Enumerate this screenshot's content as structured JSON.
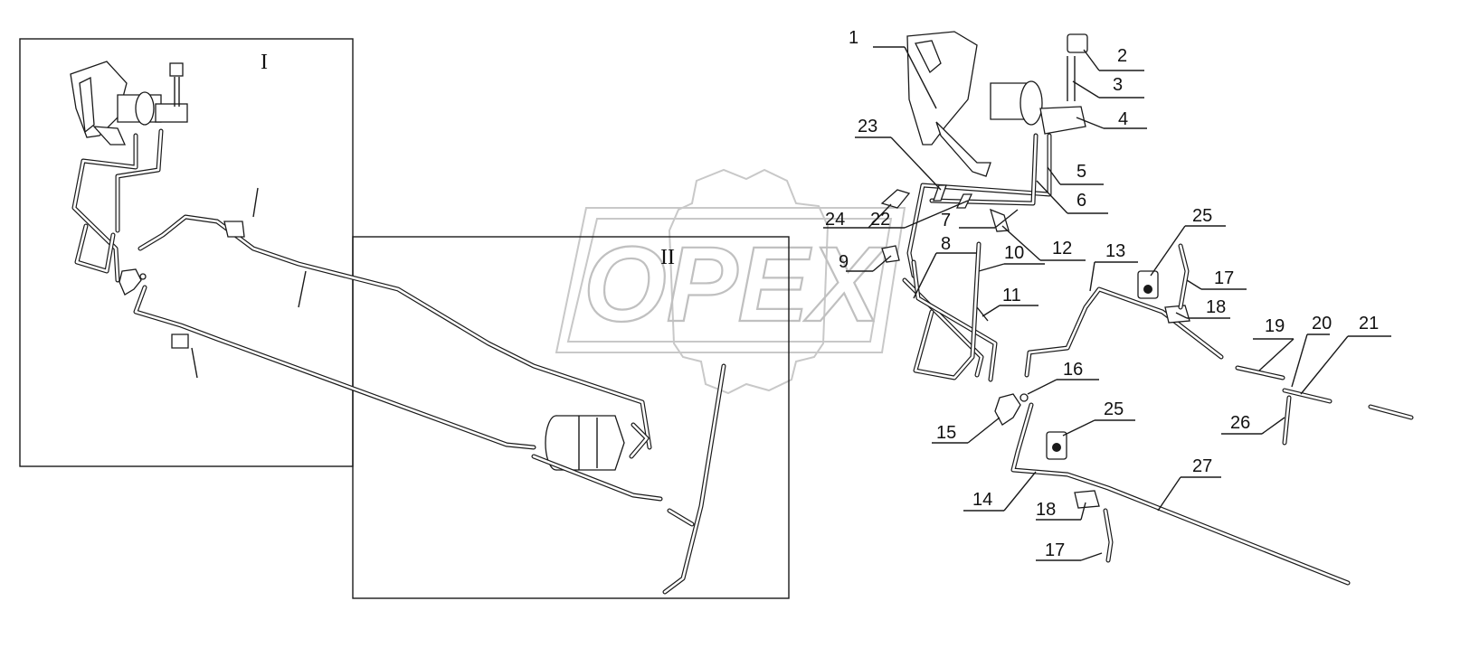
{
  "watermark": {
    "text": "OPEX"
  },
  "detail_frames": [
    {
      "roman": "I"
    },
    {
      "roman": "II"
    }
  ],
  "callouts": [
    {
      "label": "1"
    },
    {
      "label": "2"
    },
    {
      "label": "3"
    },
    {
      "label": "4"
    },
    {
      "label": "5"
    },
    {
      "label": "6"
    },
    {
      "label": "7"
    },
    {
      "label": "8"
    },
    {
      "label": "9"
    },
    {
      "label": "10"
    },
    {
      "label": "11"
    },
    {
      "label": "12"
    },
    {
      "label": "13"
    },
    {
      "label": "14"
    },
    {
      "label": "15"
    },
    {
      "label": "16"
    },
    {
      "label": "17"
    },
    {
      "label": "17"
    },
    {
      "label": "18"
    },
    {
      "label": "18"
    },
    {
      "label": "19"
    },
    {
      "label": "20"
    },
    {
      "label": "21"
    },
    {
      "label": "22"
    },
    {
      "label": "23"
    },
    {
      "label": "24"
    },
    {
      "label": "25"
    },
    {
      "label": "25"
    },
    {
      "label": "26"
    },
    {
      "label": "27"
    }
  ]
}
